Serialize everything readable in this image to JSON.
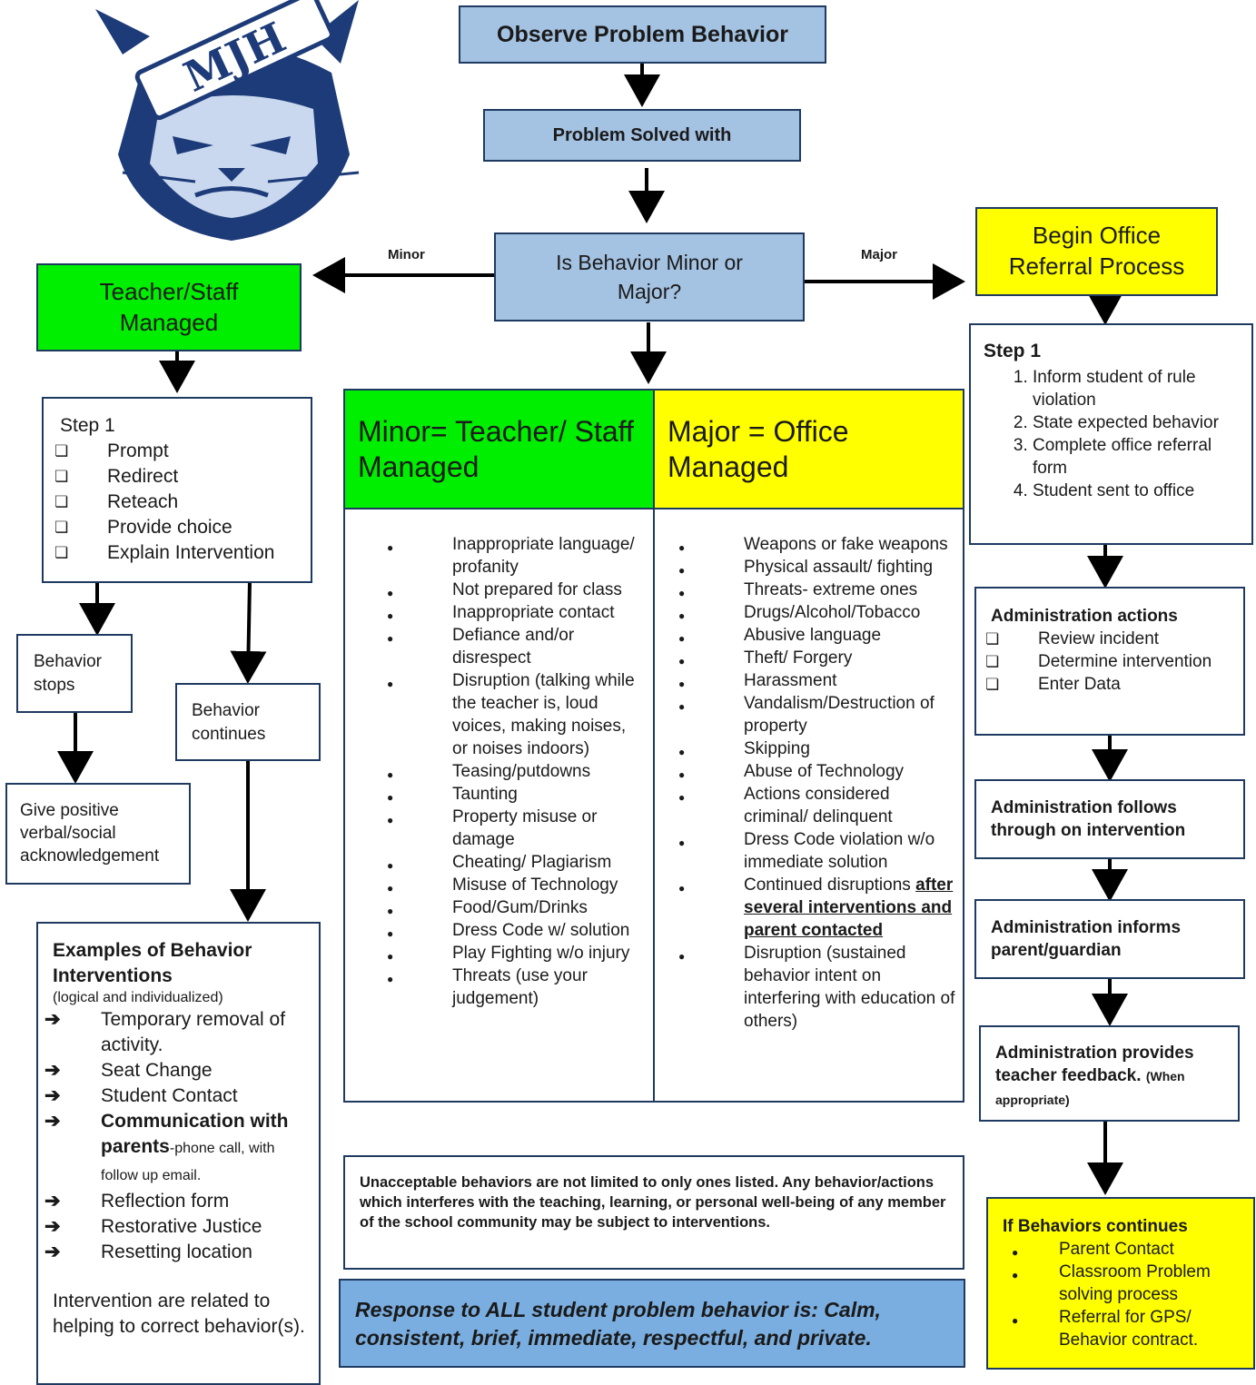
{
  "logo": {
    "text": "MJH",
    "colors": {
      "navy": "#1d3b78",
      "light": "#c9d8ef"
    }
  },
  "top": {
    "observe": "Observe Problem Behavior",
    "solved": "Problem Solved with",
    "question": "Is Behavior Minor or Major?",
    "minor_label": "Minor",
    "major_label": "Major"
  },
  "left": {
    "title": "Teacher/Staff Managed",
    "step_title": "Step 1",
    "steps": [
      "Prompt",
      "Redirect",
      "Reteach",
      "Provide choice",
      "Explain Intervention"
    ],
    "stops": "Behavior stops",
    "continues": "Behavior continues",
    "positive": "Give positive verbal/social acknowledgement",
    "examples": {
      "title": "Examples of Behavior Interventions",
      "subtitle": "(logical and individualized)",
      "items": [
        "Temporary removal of activity.",
        "Seat Change",
        "Student Contact"
      ],
      "comm_bold": "Communication with parents",
      "comm_rest": "-phone call, with follow up email.",
      "items2": [
        "Reflection form",
        "Restorative Justice",
        "Resetting location"
      ],
      "footer": "Intervention are related to helping to correct behavior(s)."
    }
  },
  "middle": {
    "minor_header": "Minor= Teacher/ Staff Managed",
    "major_header": "Major = Office Managed",
    "minor_items": [
      "Inappropriate language/ profanity",
      "Not prepared for class",
      "Inappropriate contact",
      "Defiance and/or disrespect",
      "Disruption (talking while the teacher is, loud voices, making noises, or noises indoors)",
      "Teasing/putdowns",
      "Taunting",
      "Property misuse or damage",
      "Cheating/ Plagiarism",
      "Misuse of Technology",
      "Food/Gum/Drinks",
      "Dress Code w/ solution",
      "Play Fighting w/o injury",
      "Threats (use your judgement)"
    ],
    "major_items": [
      "Weapons or fake weapons",
      "Physical assault/ fighting",
      "Threats- extreme ones",
      "Drugs/Alcohol/Tobacco",
      "Abusive language",
      "Theft/ Forgery",
      "Harassment",
      "Vandalism/Destruction of property",
      "Skipping",
      "Abuse of Technology",
      "Actions considered criminal/ delinquent",
      "Dress Code violation w/o immediate solution"
    ],
    "major_cont": "Continued disruptions",
    "major_cont_u": "after several interventions and parent contacted",
    "major_last": "Disruption (sustained behavior intent on interfering with education of others)",
    "note": "Unacceptable behaviors are not limited to only ones listed. Any behavior/actions which interferes with the teaching, learning, or personal well-being of any member of the school community may be subject to interventions.",
    "response": "Response to ALL student problem behavior is: Calm, consistent, brief, immediate, respectful, and private."
  },
  "right": {
    "title": "Begin Office Referral Process",
    "step_title": "Step 1",
    "steps": [
      "Inform student of rule violation",
      "State expected behavior",
      "Complete office referral form",
      "Student sent to office"
    ],
    "admin_title": "Administration actions",
    "admin_items": [
      "Review incident",
      "Determine intervention",
      "Enter Data"
    ],
    "follows": "Administration follows through on intervention",
    "informs": "Administration informs parent/guardian",
    "provides": "Administration provides teacher feedback.",
    "provides_small": "(When appropriate)",
    "continues_title": "If Behaviors continues",
    "continues_items": [
      "Parent Contact",
      "Classroom Problem solving process",
      "Referral for GPS/ Behavior contract."
    ]
  }
}
